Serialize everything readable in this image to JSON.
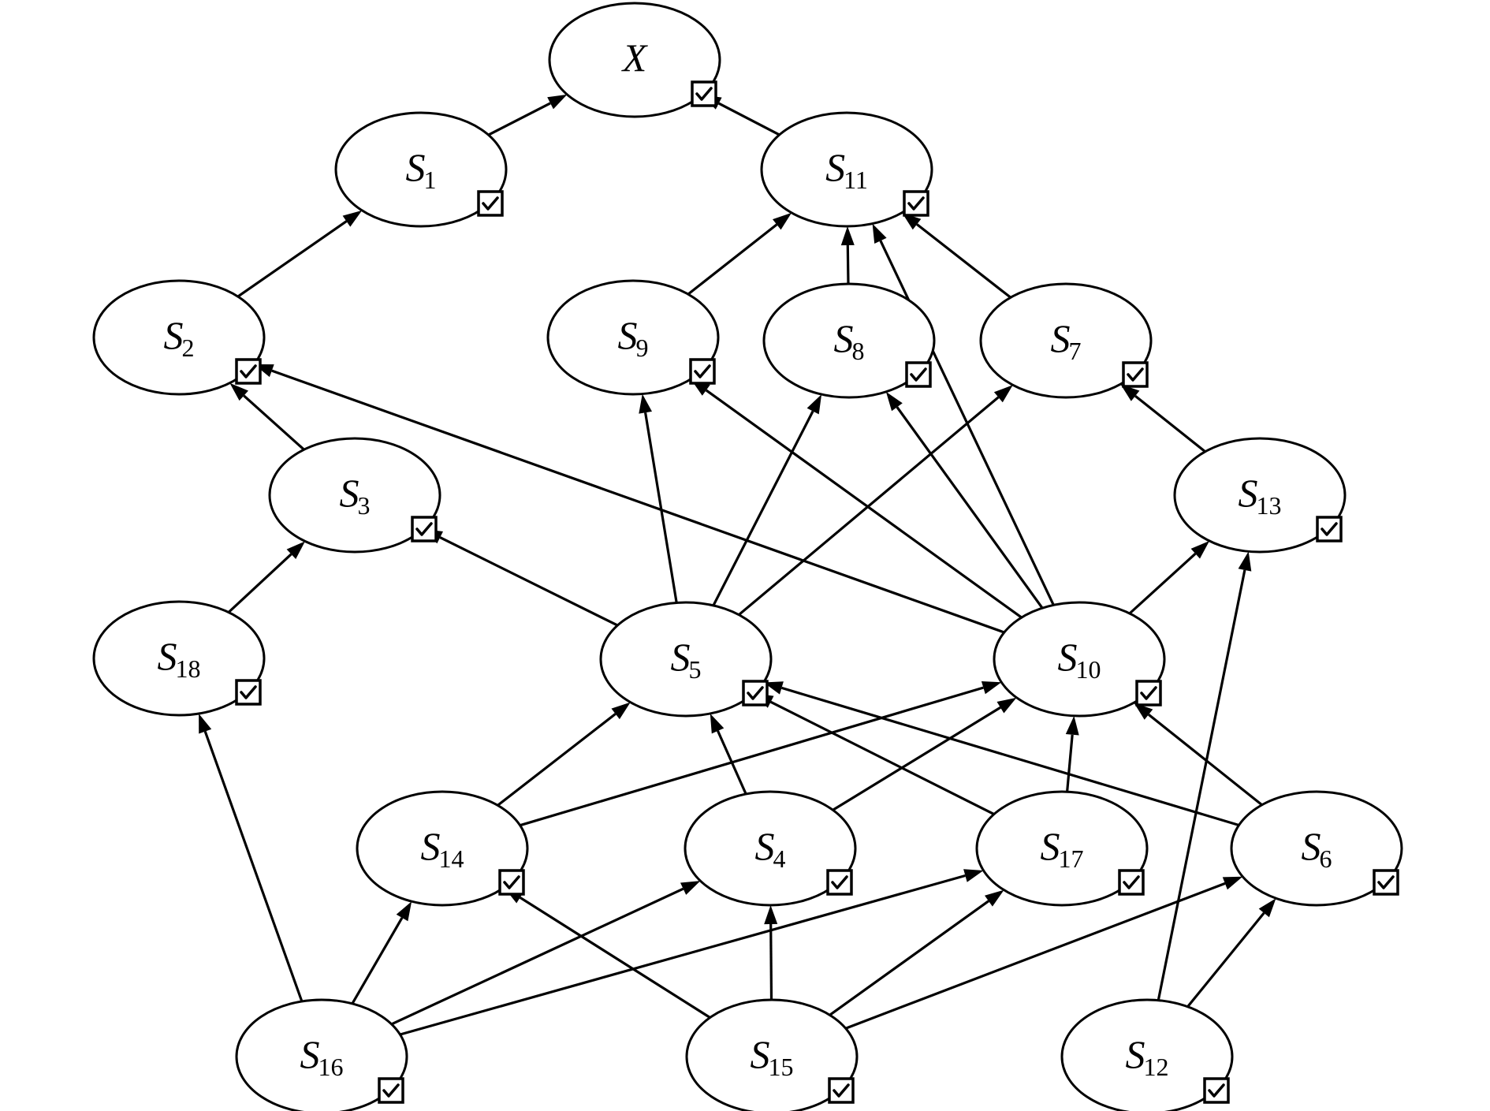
{
  "diagram": {
    "line_color": "#000000",
    "background_color": "#ffffff",
    "check_icon": "checked-checkbox-icon",
    "nodes": [
      {
        "id": "X",
        "main": "X",
        "sub": ""
      },
      {
        "id": "S1",
        "main": "S",
        "sub": "1"
      },
      {
        "id": "S11",
        "main": "S",
        "sub": "11"
      },
      {
        "id": "S2",
        "main": "S",
        "sub": "2"
      },
      {
        "id": "S9",
        "main": "S",
        "sub": "9"
      },
      {
        "id": "S8",
        "main": "S",
        "sub": "8"
      },
      {
        "id": "S7",
        "main": "S",
        "sub": "7"
      },
      {
        "id": "S3",
        "main": "S",
        "sub": "3"
      },
      {
        "id": "S13",
        "main": "S",
        "sub": "13"
      },
      {
        "id": "S18",
        "main": "S",
        "sub": "18"
      },
      {
        "id": "S5",
        "main": "S",
        "sub": "5"
      },
      {
        "id": "S10",
        "main": "S",
        "sub": "10"
      },
      {
        "id": "S14",
        "main": "S",
        "sub": "14"
      },
      {
        "id": "S4",
        "main": "S",
        "sub": "4"
      },
      {
        "id": "S17",
        "main": "S",
        "sub": "17"
      },
      {
        "id": "S6",
        "main": "S",
        "sub": "6"
      },
      {
        "id": "S16",
        "main": "S",
        "sub": "16"
      },
      {
        "id": "S15",
        "main": "S",
        "sub": "15"
      },
      {
        "id": "S12",
        "main": "S",
        "sub": "12"
      }
    ],
    "edges": [
      [
        "S1",
        "X"
      ],
      [
        "S11",
        "X"
      ],
      [
        "S2",
        "S1"
      ],
      [
        "S9",
        "S11"
      ],
      [
        "S8",
        "S11"
      ],
      [
        "S7",
        "S11"
      ],
      [
        "S10",
        "S11"
      ],
      [
        "S3",
        "S2"
      ],
      [
        "S10",
        "S2"
      ],
      [
        "S5",
        "S9"
      ],
      [
        "S10",
        "S9"
      ],
      [
        "S5",
        "S8"
      ],
      [
        "S10",
        "S8"
      ],
      [
        "S5",
        "S7"
      ],
      [
        "S13",
        "S7"
      ],
      [
        "S18",
        "S3"
      ],
      [
        "S5",
        "S3"
      ],
      [
        "S10",
        "S13"
      ],
      [
        "S12",
        "S13"
      ],
      [
        "S14",
        "S5"
      ],
      [
        "S4",
        "S5"
      ],
      [
        "S17",
        "S5"
      ],
      [
        "S6",
        "S5"
      ],
      [
        "S14",
        "S10"
      ],
      [
        "S4",
        "S10"
      ],
      [
        "S17",
        "S10"
      ],
      [
        "S6",
        "S10"
      ],
      [
        "S16",
        "S18"
      ],
      [
        "S16",
        "S14"
      ],
      [
        "S16",
        "S4"
      ],
      [
        "S16",
        "S17"
      ],
      [
        "S15",
        "S14"
      ],
      [
        "S15",
        "S4"
      ],
      [
        "S15",
        "S17"
      ],
      [
        "S15",
        "S6"
      ],
      [
        "S12",
        "S6"
      ]
    ]
  }
}
